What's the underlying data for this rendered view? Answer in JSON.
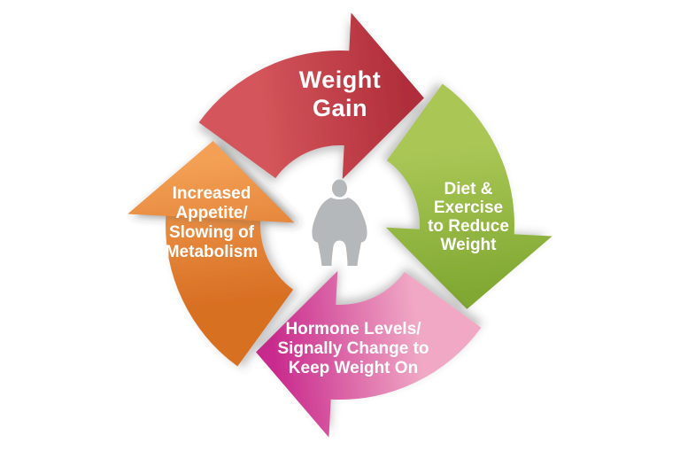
{
  "diagram": {
    "background_color": "#ffffff",
    "inner_circle_color": "#ffffff",
    "figure_icon": "obese-person-silhouette",
    "figure_color": "#b4b8bb",
    "segments": [
      {
        "id": "weight-gain",
        "lines": [
          "Weight",
          "Gain"
        ],
        "color_tail": "#d4555b",
        "color_head": "#b02e3a",
        "text_color": "#ffffff",
        "rotation": 0
      },
      {
        "id": "diet-exercise",
        "lines": [
          "Diet &",
          "Exercise",
          "to Reduce",
          "Weight"
        ],
        "color_tail": "#aac756",
        "color_head": "#81a933",
        "text_color": "#ffffff",
        "rotation": 90
      },
      {
        "id": "hormone-levels",
        "lines": [
          "Hormone Levels/",
          "Signally Change to",
          "Keep Weight On"
        ],
        "color_tail": "#f0a8c5",
        "color_head": "#c92b8d",
        "text_color": "#ffffff",
        "rotation": 180
      },
      {
        "id": "increased-appetite",
        "lines": [
          "Increased",
          "Appetite/",
          "Slowing of",
          "Metabolism"
        ],
        "color_tail": "#d86f23",
        "color_head": "#f3a055",
        "text_color": "#ffffff",
        "rotation": 270
      }
    ]
  }
}
